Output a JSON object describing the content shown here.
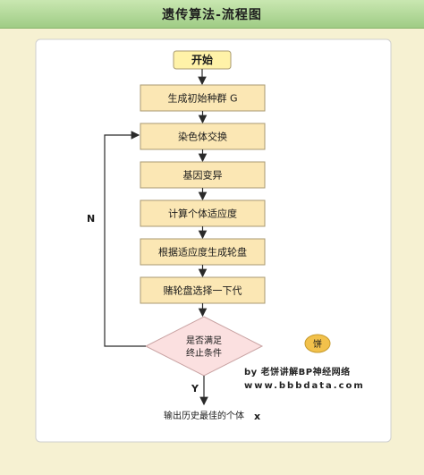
{
  "title": "遗传算法-流程图",
  "start": "开始",
  "steps": [
    "生成初始种群 G",
    "染色体交换",
    "基因变异",
    "计算个体适应度",
    "根据适应度生成轮盘",
    "赌轮盘选择一下代"
  ],
  "decision": {
    "line1": "是否满足",
    "line2": "终止条件"
  },
  "no_label": "N",
  "yes_label": "Y",
  "output": "输出历史最佳的个体",
  "close_mark": "x",
  "badge": "饼",
  "credit": "by 老饼讲解BP神经网络",
  "url": "www.bbbdata.com",
  "colors": {
    "box_fill": "#fbe7b4",
    "box_stroke": "#a89a72",
    "start_fill": "#fff2a8",
    "decision_fill": "#fbe0e0",
    "decision_stroke": "#c9a3a3",
    "badge_fill": "#f2c14b"
  }
}
